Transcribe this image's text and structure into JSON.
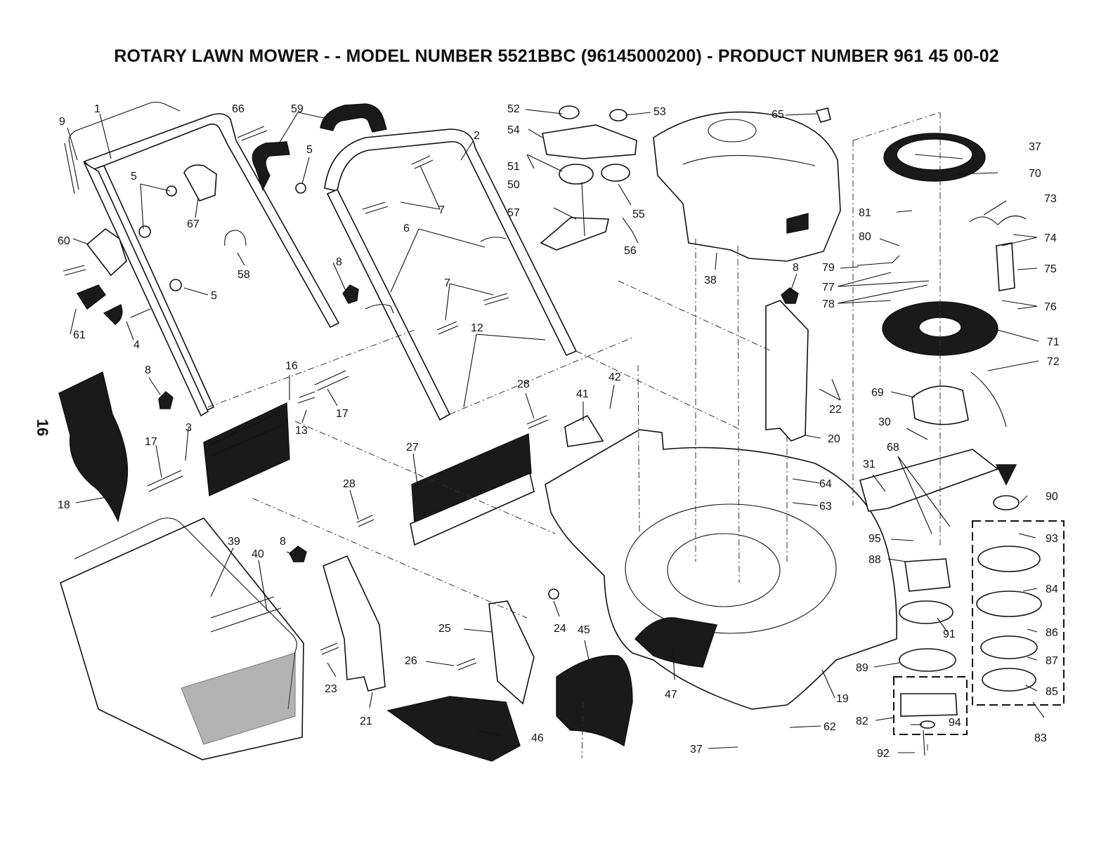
{
  "title": "ROTARY LAWN MOWER - - MODEL NUMBER 5521BBC (96145000200) - PRODUCT NUMBER 961 45 00-02",
  "page_number": "16",
  "colors": {
    "ink": "#111111",
    "paper": "#ffffff"
  },
  "callouts": [
    "9",
    "1",
    "66",
    "59",
    "5",
    "2",
    "52",
    "53",
    "65",
    "37",
    "54",
    "51",
    "55",
    "70",
    "50",
    "73",
    "7",
    "57",
    "81",
    "74",
    "5",
    "67",
    "6",
    "80",
    "60",
    "58",
    "56",
    "75",
    "79",
    "38",
    "8",
    "77",
    "5",
    "78",
    "76",
    "61",
    "4",
    "7",
    "71",
    "12",
    "8",
    "72",
    "22",
    "16",
    "69",
    "8",
    "28",
    "30",
    "17",
    "13",
    "17",
    "20",
    "3",
    "41",
    "42",
    "27",
    "68",
    "31",
    "18",
    "64",
    "90",
    "28",
    "63",
    "39",
    "40",
    "93",
    "8",
    "95",
    "88",
    "84",
    "91",
    "86",
    "25",
    "24",
    "45",
    "26",
    "87",
    "89",
    "23",
    "85",
    "47",
    "19",
    "82",
    "94",
    "21",
    "46",
    "83",
    "62",
    "37",
    "92"
  ]
}
